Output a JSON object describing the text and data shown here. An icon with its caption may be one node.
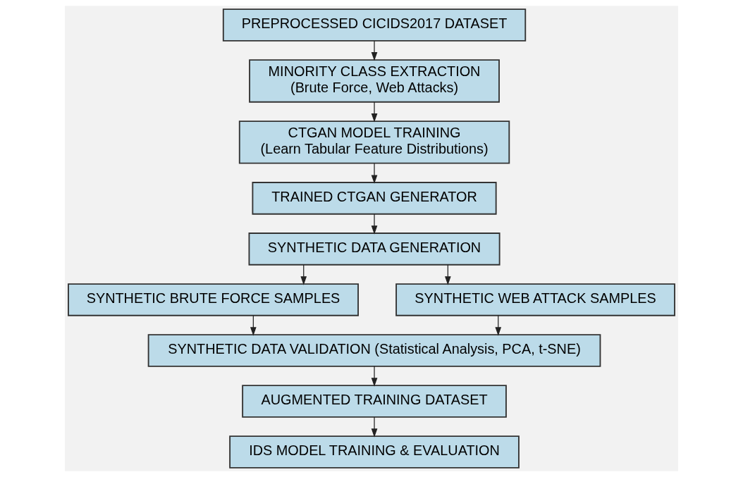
{
  "diagram": {
    "nodes": [
      {
        "text": [
          "PREPROCESSED CICIDS2017 DATASET"
        ]
      },
      {
        "text": [
          "MINORITY CLASS EXTRACTION",
          "(Brute Force, Web Attacks)"
        ]
      },
      {
        "text": [
          "CTGAN MODEL TRAINING",
          "(Learn Tabular Feature Distributions)"
        ]
      },
      {
        "text": [
          "TRAINED CTGAN GENERATOR"
        ]
      },
      {
        "text": [
          "SYNTHETIC DATA GENERATION"
        ]
      },
      {
        "text": [
          "SYNTHETIC BRUTE FORCE SAMPLES"
        ]
      },
      {
        "text": [
          "SYNTHETIC WEB ATTACK SAMPLES"
        ]
      },
      {
        "text": [
          "SYNTHETIC DATA VALIDATION (Statistical Analysis, PCA, t-SNE)"
        ]
      },
      {
        "text": [
          "AUGMENTED TRAINING DATASET"
        ]
      },
      {
        "text": [
          "IDS MODEL TRAINING & EVALUATION"
        ]
      }
    ],
    "edges": [
      {
        "from": 0,
        "to": 1,
        "arrow": "to"
      },
      {
        "from": 1,
        "to": 2,
        "arrow": "to"
      },
      {
        "from": 2,
        "to": 3,
        "arrow": "to"
      },
      {
        "from": 3,
        "to": 4,
        "arrow": "to"
      },
      {
        "from": 4,
        "to": 5,
        "arrow": "to"
      },
      {
        "from": 4,
        "to": 6,
        "arrow": "to"
      },
      {
        "from": 5,
        "to": 7,
        "arrow": "to"
      },
      {
        "from": 6,
        "to": 7,
        "arrow": "to"
      },
      {
        "from": 7,
        "to": 8,
        "arrow": "to"
      },
      {
        "from": 8,
        "to": 9,
        "arrow": "to"
      }
    ]
  }
}
